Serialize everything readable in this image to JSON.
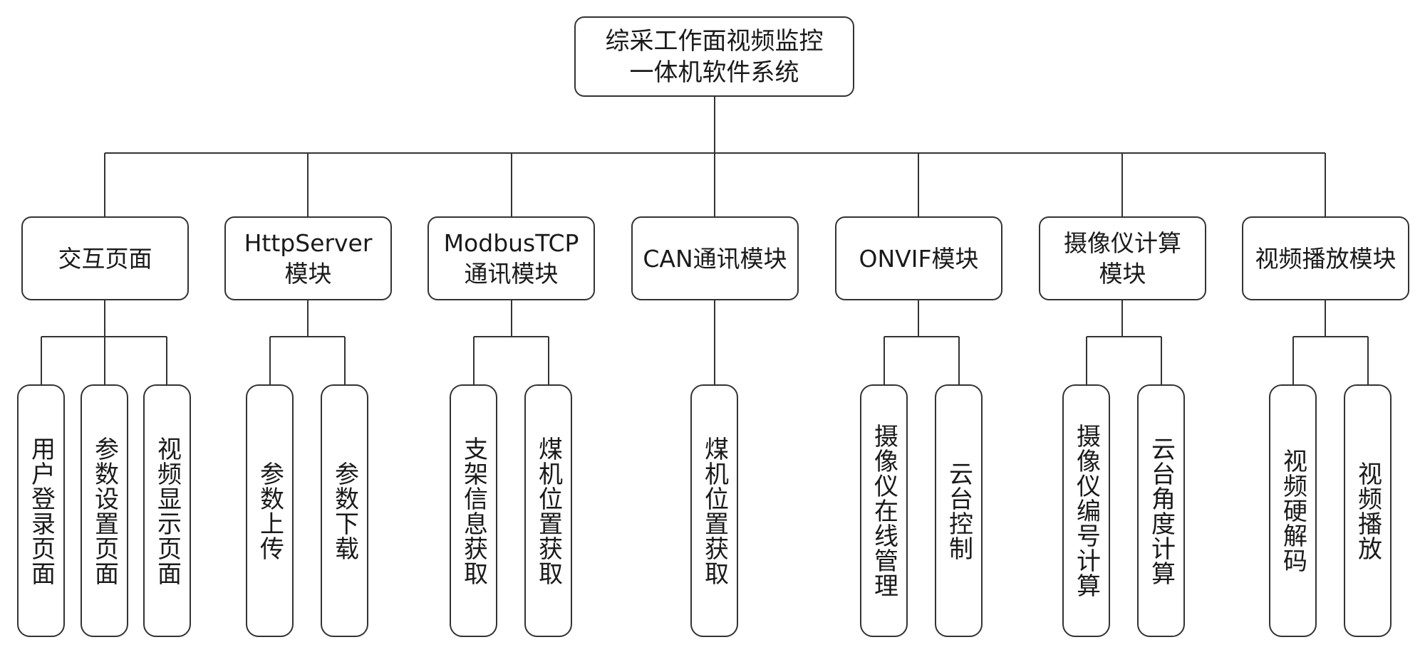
{
  "root": {
    "label_line1": "综采工作面视频监控",
    "label_line2": "一体机软件系统"
  },
  "modules": [
    {
      "label_line1": "交互页面",
      "label_line2": ""
    },
    {
      "label_line1": "HttpServer",
      "label_line2": "模块"
    },
    {
      "label_line1": "ModbusTCP",
      "label_line2": "通讯模块"
    },
    {
      "label_line1": "CAN通讯模块",
      "label_line2": ""
    },
    {
      "label_line1": "ONVIF模块",
      "label_line2": ""
    },
    {
      "label_line1": "摄像仪计算",
      "label_line2": "模块"
    },
    {
      "label_line1": "视频播放模块",
      "label_line2": ""
    }
  ],
  "leaves": [
    [
      "用户登录页面",
      "参数设置页面",
      "视频显示页面"
    ],
    [
      "参数上传",
      "参数下载"
    ],
    [
      "支架信息获取",
      "煤机位置获取"
    ],
    [
      "煤机位置获取"
    ],
    [
      "摄像仪在线管理",
      "云台控制"
    ],
    [
      "摄像仪编号计算",
      "云台角度计算"
    ],
    [
      "视频硬解码",
      "视频播放"
    ]
  ],
  "colors": {
    "line": "#333333",
    "border": "#333333",
    "text": "#1a1a1a",
    "background": "#ffffff"
  }
}
